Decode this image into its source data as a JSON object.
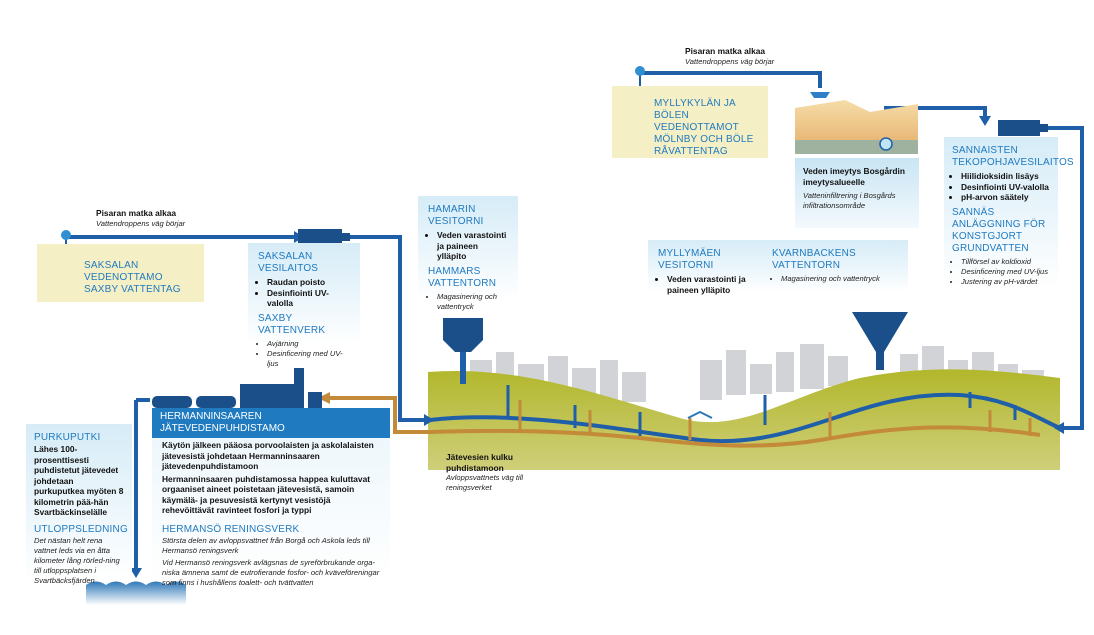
{
  "start_left": {
    "title": "Pisaran matka alkaa",
    "subtitle": "Vattendroppens väg börjar"
  },
  "start_right": {
    "title": "Pisaran matka alkaa",
    "subtitle": "Vattendroppens väg börjar"
  },
  "saksala_intake": {
    "line1": "SAKSALAN VEDENOTTAMO",
    "line2": "SAXBY VATTENTAG"
  },
  "saksala_plant": {
    "title": "SAKSALAN VESILAITOS",
    "items": [
      "Raudan poisto",
      "Desinfiointi UV-valolla"
    ],
    "title_sv": "SAXBY VATTENVERK",
    "items_sv": [
      "Avjärning",
      "Desinficering med UV-ljus"
    ]
  },
  "hamari": {
    "title": "HAMARIN VESITORNI",
    "items": [
      "Veden varastointi ja paineen ylläpito"
    ],
    "title_sv": "HAMMARS VATTENTORN",
    "items_sv": [
      "Magasinering och vattentryck"
    ]
  },
  "myllykyla": {
    "line1": "MYLLYKYLÄN JA BÖLEN VEDENOTTAMOT",
    "line2": "MÖLNBY OCH BÖLE RÅVATTENTAG"
  },
  "infiltration": {
    "title": "Veden imeytys Bosgårdin imeytysalueelle",
    "subtitle": "Vatteninfiltrering i Bosgårds infiltrationsområde"
  },
  "myllymaki": {
    "title": "MYLLYMÄEN VESITORNI",
    "items": [
      "Veden varastointi ja paineen ylläpito"
    ],
    "title_sv": "KVARNBACKENS VATTENTORN",
    "items_sv": [
      "Magasinering och vattentryck"
    ]
  },
  "sannainen": {
    "title": "SANNAISTEN TEKOPOHJAVESILAITOS",
    "items": [
      "Hiilidioksidin lisäys",
      "Desinfiointi UV-valolla",
      "pH-arvon säätely"
    ],
    "title_sv": "SANNÄS ANLÄGGNING FÖR KONSTGJORT GRUNDVATTEN",
    "items_sv": [
      "Tillförsel av koldioxid",
      "Desinficering med UV-ljus",
      "Justering av pH-värdet"
    ]
  },
  "hermanninsaari": {
    "title": "HERMANNINSAAREN JÄTEVEDENPUHDISTAMO",
    "p1": "Käytön jälkeen pääosa porvoolaisten ja askolalaisten jätevesistä johdetaan Hermanninsaaren jätevedenpuhdistamoon",
    "p2": "Hermanninsaaren puhdistamossa happea kuluttavat orgaaniset aineet poistetaan jätevesistä, samoin käymälä- ja pesuvesistä kertynyt vesistöjä rehevöittävät ravinteet fosfori ja typpi",
    "title_sv": "HERMANSÖ RENINGSVERK",
    "p1_sv": "Största delen av avloppsvattnet från Borgå och Askola leds till Hermansö reningsverk",
    "p2_sv": "Vid Hermansö reningsverk avlägsnas de syreförbrukande orga-niska ämnena samt de eutrofierande fosfor- och kväveföreningar som finns i hushållens toalett- och tvättvatten"
  },
  "purkuputki": {
    "title": "PURKUPUTKI",
    "text": "Lähes 100-prosenttisesti puhdistetut jätevedet johdetaan purkuputkea myöten 8 kilometrin pää-hän Svartbäckinselälle",
    "title_sv": "UTLOPPSLEDNING",
    "text_sv": "Det nästan helt rena vattnet leds via en åtta kilometer lång rörled-ning till utloppsplatsen i Svartbäcksfjärden"
  },
  "wastewater": {
    "title": "Jätevesien kulku puhdistamoon",
    "subtitle": "Avloppsvattnets väg till reningsverket"
  },
  "colors": {
    "pipe_blue": "#1f5ea8",
    "pipe_brown": "#c38a3a",
    "ground": "#a8ad2a",
    "sky_box": "#d6ecf7",
    "plant_dark": "#1b4f8a"
  }
}
